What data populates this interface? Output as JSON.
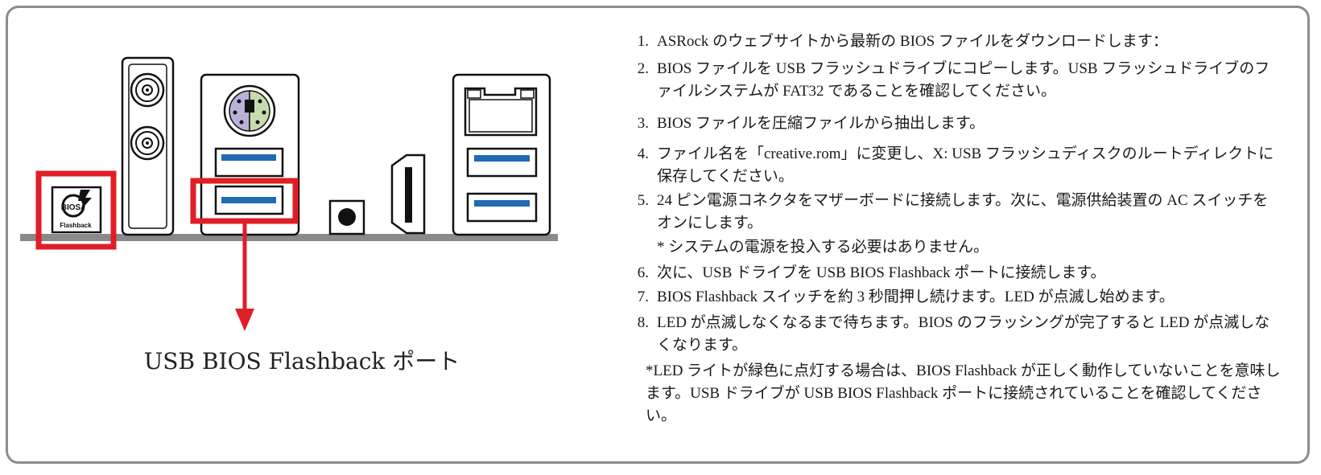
{
  "diagram": {
    "bios_badge_top": "BIOS",
    "bios_badge_bottom": "Flashback",
    "callout_label": "USB BIOS Flashback ポート",
    "highlight_color": "#e01e26",
    "panel_color": "#8a8a8a",
    "usb_color": "#1f6bb4",
    "ps2_mouse_color": "#b9b2d8",
    "ps2_keyboard_color": "#c6dcb0"
  },
  "instructions": {
    "steps": [
      {
        "num": "1.",
        "text": "ASRock のウェブサイトから最新の BIOS ファイルをダウンロードします："
      },
      {
        "num": "2.",
        "text": "BIOS ファイルを USB フラッシュドライブにコピーします。USB フラッシュドライブのファイルシステムが FAT32 であることを確認してください。"
      },
      {
        "num": "3.",
        "text": "BIOS ファイルを圧縮ファイルから抽出します。"
      },
      {
        "num": "4.",
        "text": "ファイル名を「creative.rom」に変更し、X: USB フラッシュディスクのルートディレクトに保存してください。"
      },
      {
        "num": "5.",
        "text": "24 ピン電源コネクタをマザーボードに接続します。次に、電源供給装置の AC スイッチをオンにします。"
      },
      {
        "num": "6.",
        "text": "次に、USB ドライブを USB BIOS Flashback ポートに接続します。"
      },
      {
        "num": "7.",
        "text": "BIOS Flashback スイッチを約 3 秒間押し続けます。LED が点滅し始めます。"
      },
      {
        "num": "8.",
        "text": "LED が点滅しなくなるまで待ちます。BIOS のフラッシングが完了すると LED が点滅しなくなります。"
      }
    ],
    "note_power": "* システムの電源を投入する必要はありません。",
    "note_led": "*LED ライトが緑色に点灯する場合は、BIOS Flashback が正しく動作していないことを意味します。USB ドライブが USB BIOS Flashback ポートに接続されていることを確認してください。"
  }
}
